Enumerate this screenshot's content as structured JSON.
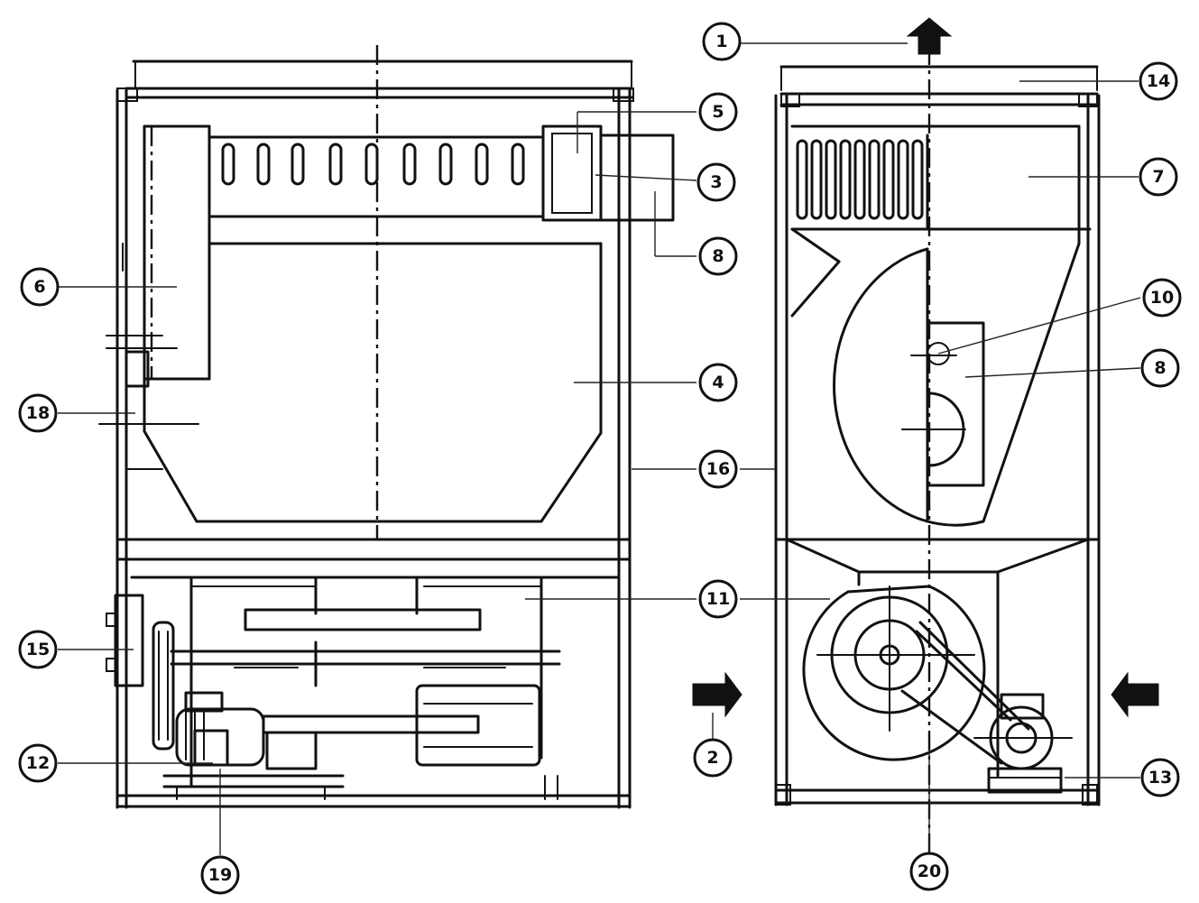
{
  "callouts": [
    {
      "id": "1",
      "label": "1"
    },
    {
      "id": "2",
      "label": "2"
    },
    {
      "id": "3",
      "label": "3"
    },
    {
      "id": "4",
      "label": "4"
    },
    {
      "id": "5",
      "label": "5"
    },
    {
      "id": "6",
      "label": "6"
    },
    {
      "id": "7",
      "label": "7"
    },
    {
      "id": "8a",
      "label": "8"
    },
    {
      "id": "8b",
      "label": "8"
    },
    {
      "id": "10",
      "label": "10"
    },
    {
      "id": "11",
      "label": "11"
    },
    {
      "id": "12",
      "label": "12"
    },
    {
      "id": "13",
      "label": "13"
    },
    {
      "id": "14",
      "label": "14"
    },
    {
      "id": "15",
      "label": "15"
    },
    {
      "id": "16",
      "label": "16"
    },
    {
      "id": "18",
      "label": "18"
    },
    {
      "id": "19",
      "label": "19"
    },
    {
      "id": "20",
      "label": "20"
    }
  ],
  "colors": {
    "ink": "#111111",
    "paper": "#ffffff"
  }
}
